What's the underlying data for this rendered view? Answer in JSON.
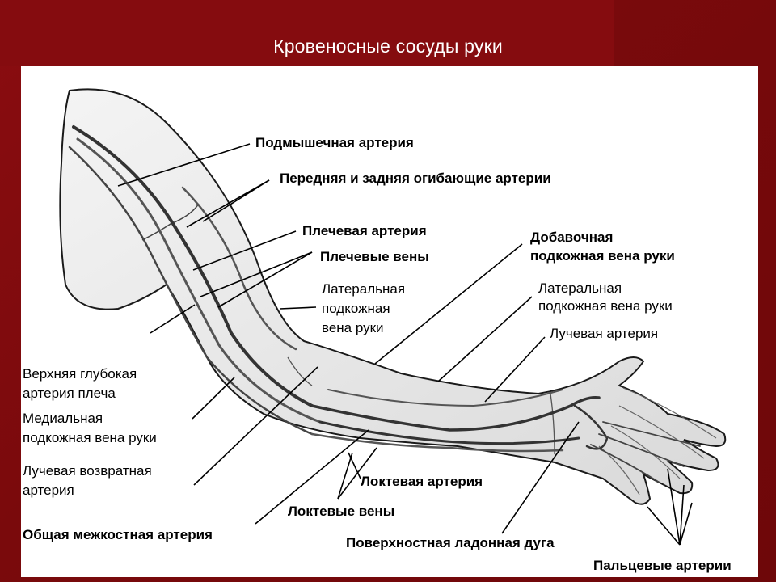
{
  "title": "Кровеносные сосуды руки",
  "colors": {
    "background": "#7a0a0c",
    "panel": "#ffffff",
    "lines": "#000000"
  },
  "labels": {
    "podmyshechnaya": "Подмышечная артерия",
    "ogibayushchie": "Передняя и задняя огибающие артерии",
    "plechevaya_arteriya": "Плечевая артерия",
    "plechevye_veny": "Плечевые вены",
    "dobavochnaya_1": "Добавочная",
    "dobavochnaya_2": "подкожная вена руки",
    "lateralnaya_left_1": "Латеральная",
    "lateralnaya_left_2": "подкожная",
    "lateralnaya_left_3": "вена руки",
    "lateralnaya_right_1": "Латеральная",
    "lateralnaya_right_2": "подкожная вена руки",
    "luchevaya_arteriya": "Лучевая артерия",
    "verkhnyaya_1": "Верхняя глубокая",
    "verkhnyaya_2": "артерия плеча",
    "medialnaya_1": "Медиальная",
    "medialnaya_2": "подкожная вена руки",
    "luchevaya_vozvratnaya_1": "Лучевая возвратная",
    "luchevaya_vozvratnaya_2": "артерия",
    "loktevaya_arteriya": "Локтевая артерия",
    "loktevye_veny": "Локтевые вены",
    "obshchaya": "Общая межкостная артерия",
    "poverkhnostnaya": "Поверхностная ладонная дуга",
    "paltsevye": "Пальцевые артерии"
  }
}
